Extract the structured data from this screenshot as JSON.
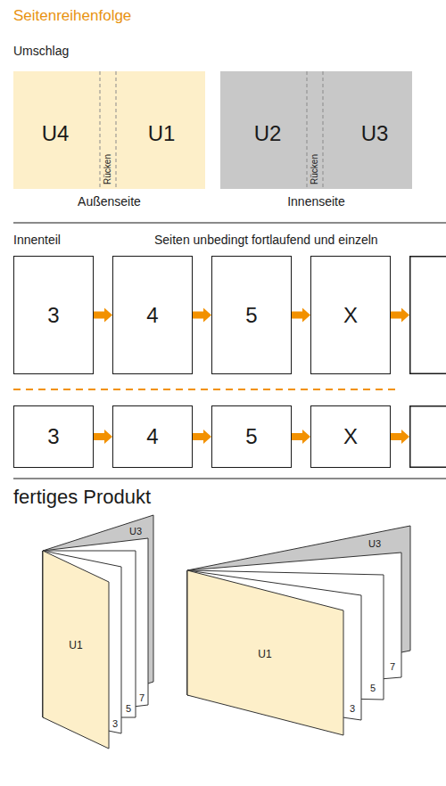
{
  "diagram": {
    "title": "Seitenreihenfolge",
    "nodes": [
      {
        "text": [
          "U4",
          "Rücken",
          "U1",
          "Außenseite"
        ]
      },
      {
        "text": [
          "U2",
          "Rücken",
          "U3",
          "Innenseite"
        ]
      },
      {
        "text": [
          "3"
        ]
      },
      {
        "text": [
          "4"
        ]
      },
      {
        "text": [
          "5"
        ]
      },
      {
        "text": [
          "X"
        ]
      },
      {
        "text": [
          "3"
        ]
      },
      {
        "text": [
          "4"
        ]
      },
      {
        "text": [
          "5"
        ]
      },
      {
        "text": [
          "X"
        ]
      }
    ],
    "edges": [
      {
        "from": 2,
        "to": 3,
        "arrow": "to"
      },
      {
        "from": 3,
        "to": 4,
        "arrow": "to"
      },
      {
        "from": 4,
        "to": 5,
        "arrow": "to"
      },
      {
        "from": 6,
        "to": 7,
        "arrow": "to"
      },
      {
        "from": 7,
        "to": 8,
        "arrow": "to"
      },
      {
        "from": 8,
        "to": 9,
        "arrow": "to"
      }
    ],
    "labels": [
      "Umschlag",
      "Innenteil",
      "Seiten unbedingt fortlaufend und einzeln",
      "fertiges Produkt",
      "U3",
      "U1",
      "3",
      "5",
      "7",
      "U3",
      "U1",
      "3",
      "5",
      "7"
    ]
  }
}
